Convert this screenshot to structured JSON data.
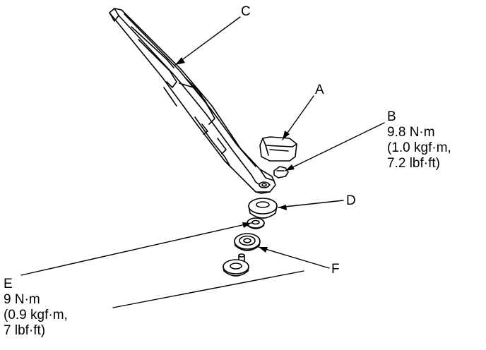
{
  "figure": {
    "background_color": "#ffffff",
    "ink_color": "#000000"
  },
  "callouts": {
    "a": {
      "letter": "A"
    },
    "b": {
      "letter": "B",
      "torque": "9.8 N·m",
      "torque_kgf": "(1.0 kgf·m,",
      "torque_lbf": "7.2 lbf·ft)"
    },
    "c": {
      "letter": "C"
    },
    "d": {
      "letter": "D"
    },
    "e": {
      "letter": "E",
      "torque": "9 N·m",
      "torque_kgf": "(0.9 kgf·m,",
      "torque_lbf": "7 lbf·ft)"
    },
    "f": {
      "letter": "F"
    }
  }
}
